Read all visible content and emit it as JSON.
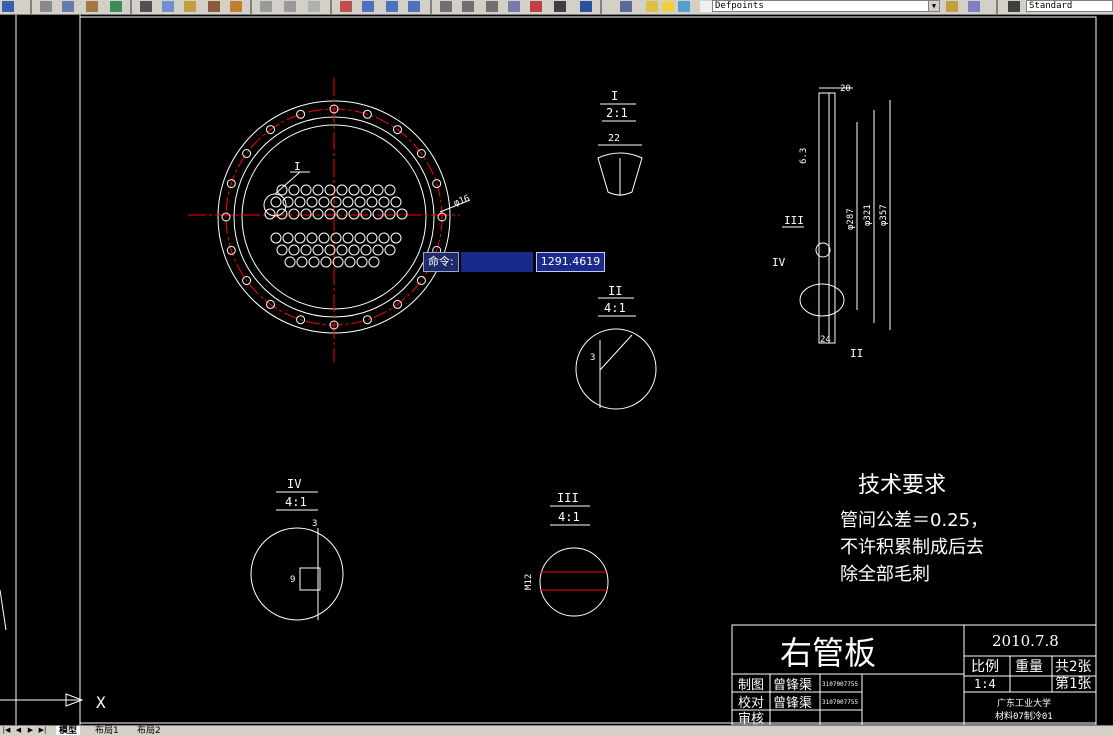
{
  "toolbar": {
    "layer_value": "Defpoints",
    "style_value": "Standard"
  },
  "drawing": {
    "view_labels": {
      "v1": "I",
      "v1_scale": "2:1",
      "v2": "II",
      "v2_scale": "4:1",
      "v3": "III",
      "v3_scale": "4:1",
      "v4": "IV",
      "v4_scale": "4:1"
    },
    "annotations": {
      "main_i": "I",
      "main_dia16": "φ16",
      "dim_22": "22",
      "dim_20": "20",
      "dim_24": "24",
      "dim_d287": "φ287",
      "dim_d321": "φ321",
      "dim_d357": "φ357",
      "dim_63": "6.3",
      "side_iii": "III",
      "side_iv": "IV",
      "side_ii": "II",
      "dim_m12": "M12",
      "dim_3": "3",
      "dim_9": "9"
    },
    "tech": {
      "title": "技术要求",
      "line1": "管间公差＝0.25，",
      "line2": "不许积累制成后去",
      "line3": "除全部毛刺"
    },
    "title_block": {
      "name": "右管板",
      "date": "2010.7.8",
      "scale_label": "比例",
      "weight_label": "重量",
      "total_sheets": "共2张",
      "scale_value": "1:4",
      "sheet_no": "第1张",
      "drawn_label": "制图",
      "drawn_name": "曾锋渠",
      "drawn_id": "3107007755",
      "checked_label": "校对",
      "checked_name": "曾锋渠",
      "checked_id": "3107007755",
      "review_label": "审核",
      "school": "广东工业大学",
      "class": "材料07制冷01"
    },
    "ucs_x": "X"
  },
  "command_tip": {
    "label": "命令:",
    "value": "1291.4619"
  },
  "tabs": {
    "model": "模型",
    "layout1": "布局1",
    "layout2": "布局2"
  },
  "colors": {
    "background": "#000000",
    "lines": "#ffffff",
    "centerline": "#ff0000"
  }
}
